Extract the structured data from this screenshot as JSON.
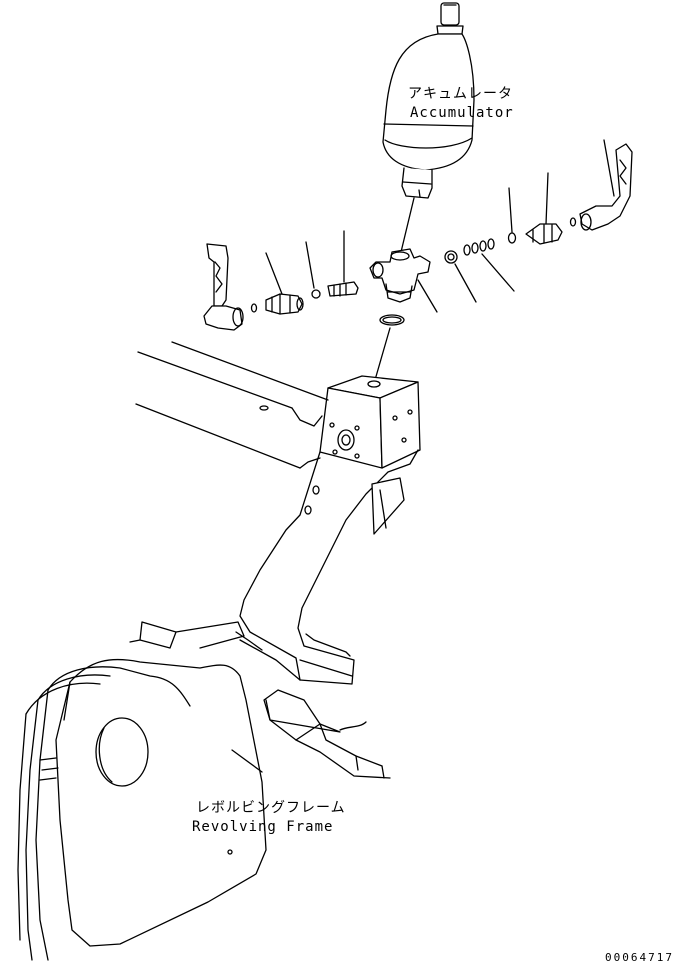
{
  "labels": {
    "accumulator_jp": "アキュムレータ",
    "accumulator_en": "Accumulator",
    "revolving_frame_jp": "レボルビングフレーム",
    "revolving_frame_en": "Revolving Frame",
    "drawing_code": "00064717"
  },
  "style": {
    "line_color": "#000000",
    "background": "#ffffff"
  }
}
